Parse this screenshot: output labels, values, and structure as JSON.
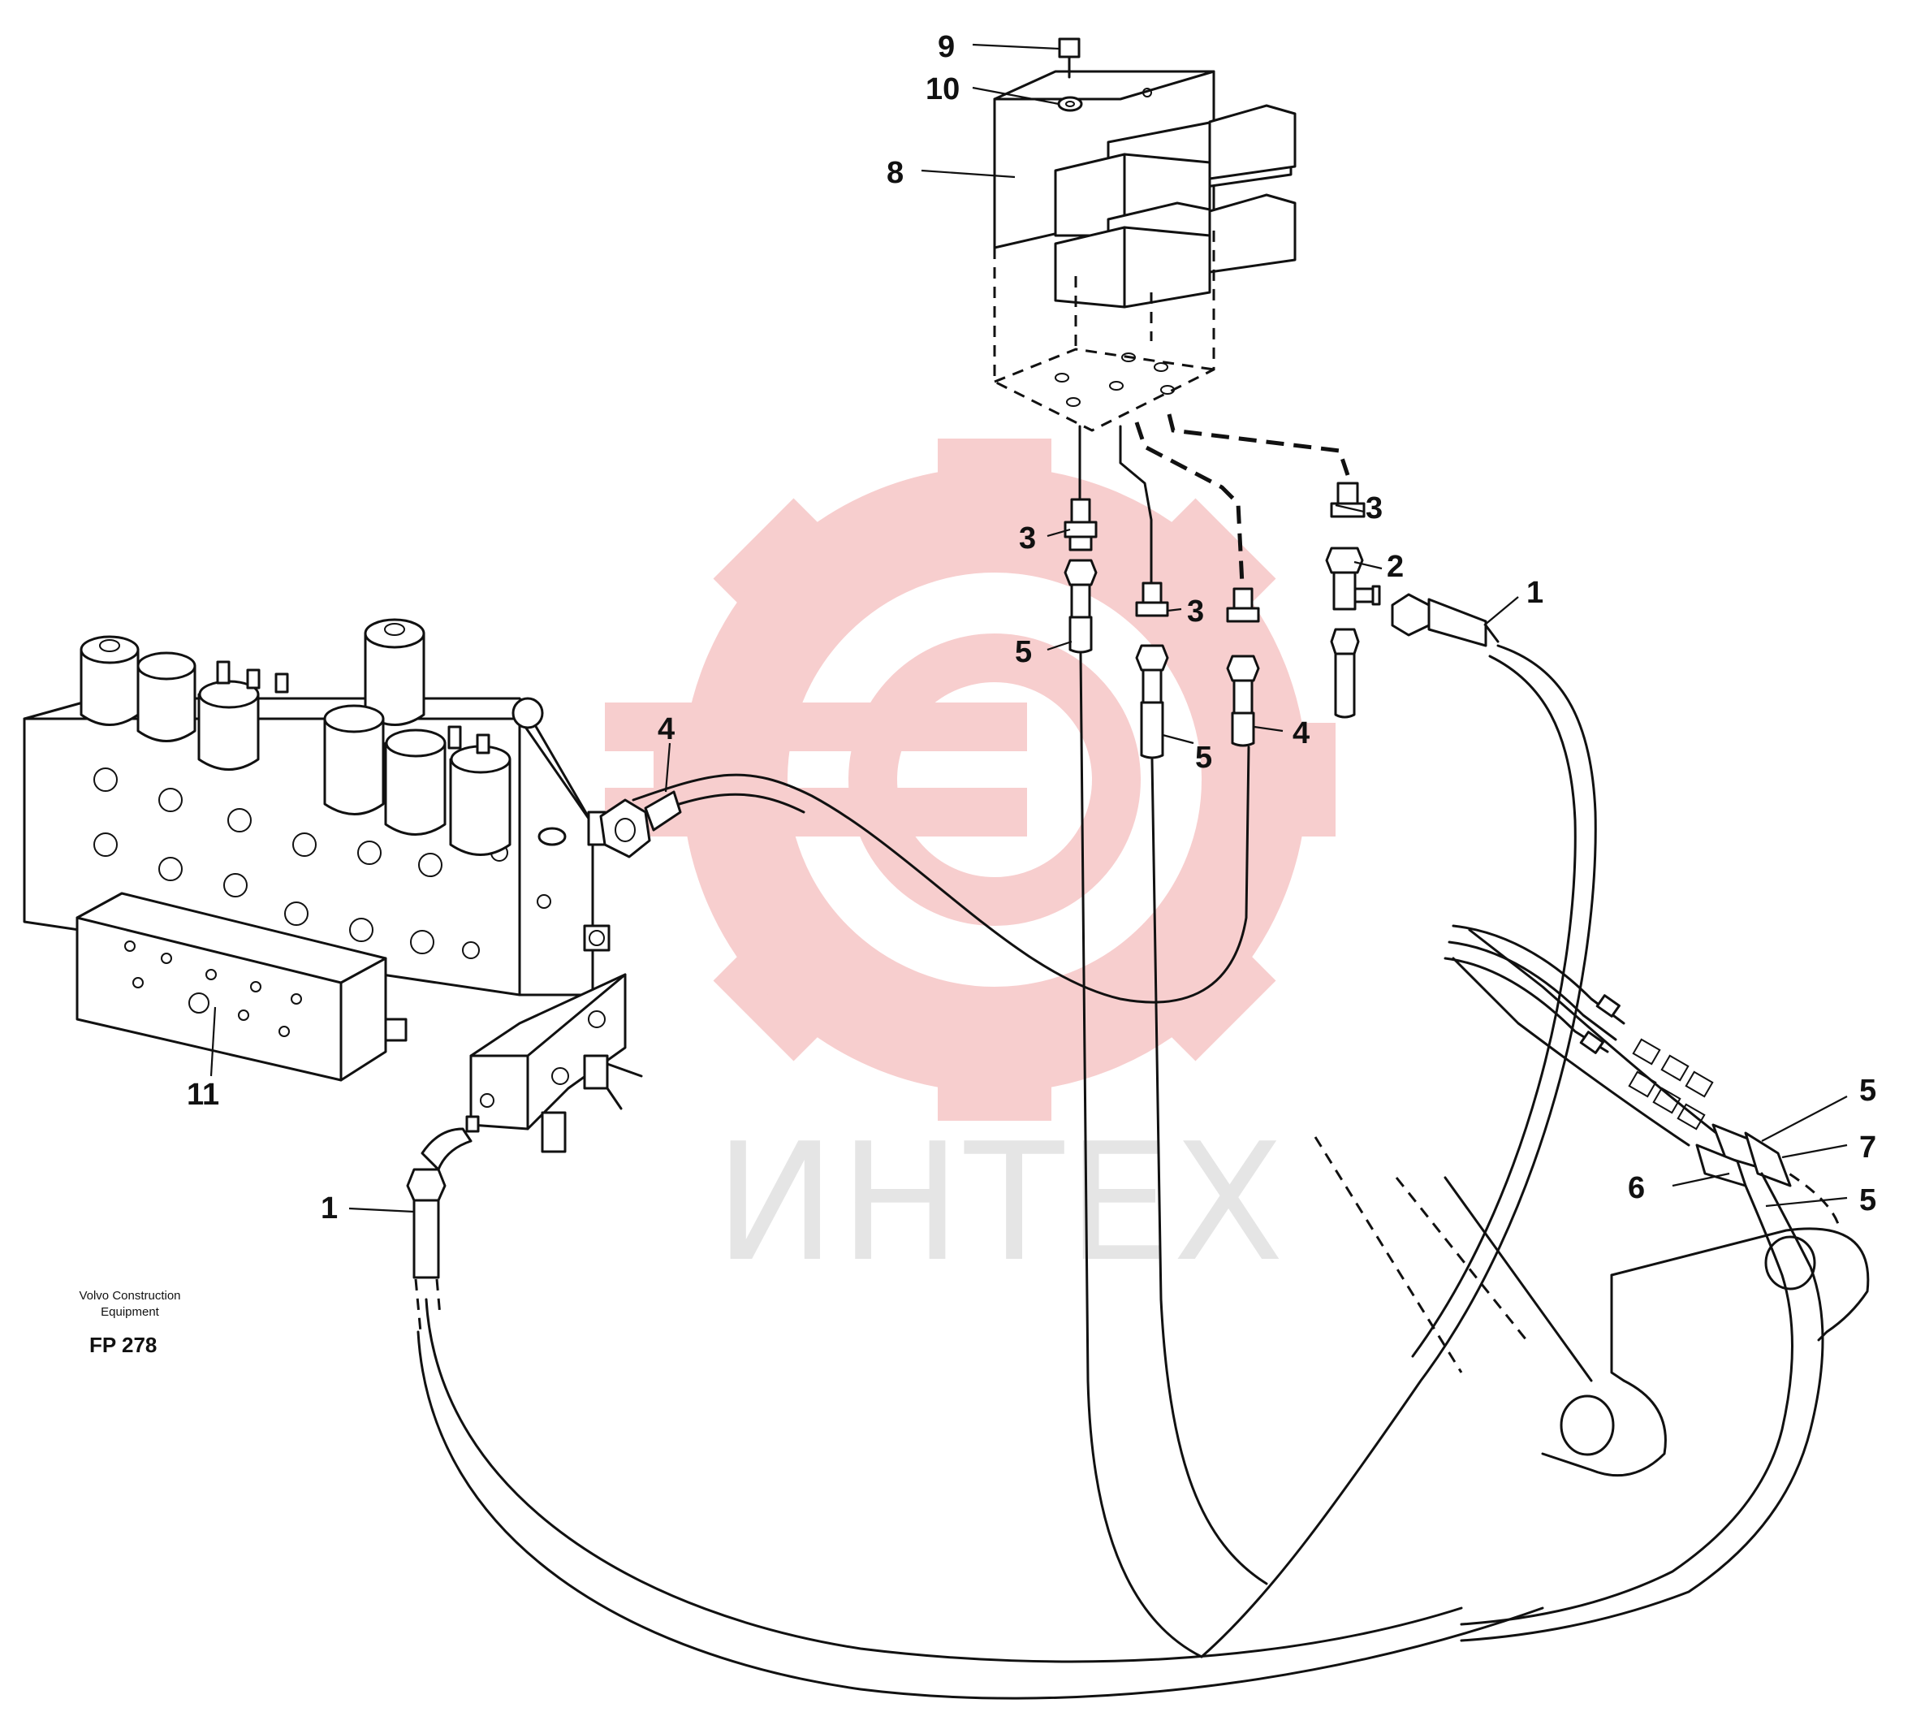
{
  "caption": {
    "line1": "Volvo Construction",
    "line2": "Equipment",
    "code": "FP 278"
  },
  "watermark": {
    "text": "ИНТЕХ",
    "gear_color": "#f6c9c9",
    "text_color": "#cfcfcf"
  },
  "callouts": [
    {
      "id": "c9",
      "text": "9"
    },
    {
      "id": "c10",
      "text": "10"
    },
    {
      "id": "c8",
      "text": "8"
    },
    {
      "id": "c3a",
      "text": "3"
    },
    {
      "id": "c3b",
      "text": "3"
    },
    {
      "id": "c3c",
      "text": "3"
    },
    {
      "id": "c2",
      "text": "2"
    },
    {
      "id": "c1a",
      "text": "1"
    },
    {
      "id": "c5a",
      "text": "5"
    },
    {
      "id": "c5b",
      "text": "5"
    },
    {
      "id": "c4a",
      "text": "4"
    },
    {
      "id": "c4b",
      "text": "4"
    },
    {
      "id": "c11",
      "text": "11"
    },
    {
      "id": "c1b",
      "text": "1"
    },
    {
      "id": "c5c",
      "text": "5"
    },
    {
      "id": "c7",
      "text": "7"
    },
    {
      "id": "c6",
      "text": "6"
    },
    {
      "id": "c5d",
      "text": "5"
    }
  ]
}
